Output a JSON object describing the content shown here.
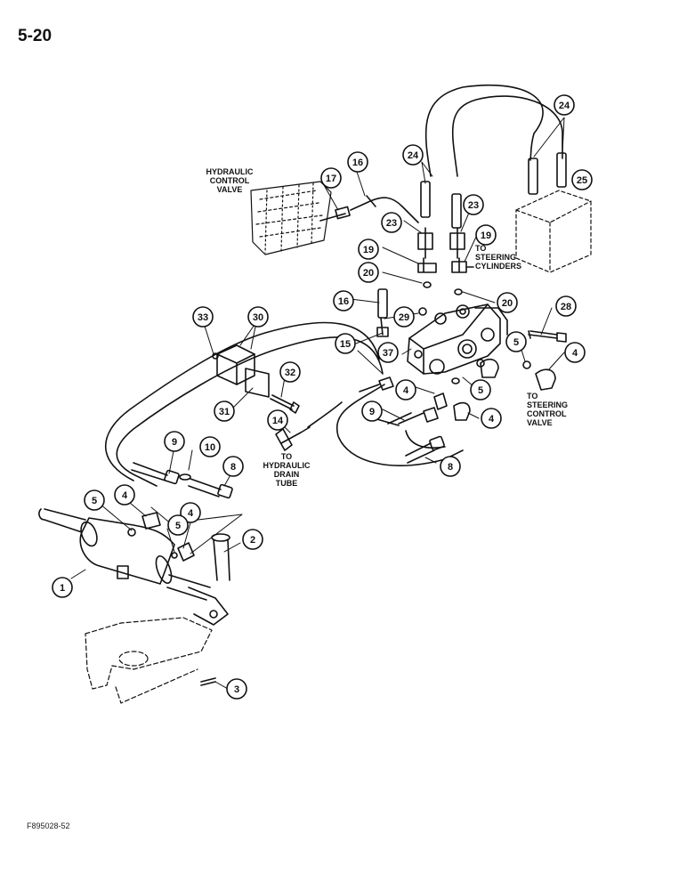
{
  "page": {
    "number": "5-20",
    "figure_code": "F895028-52"
  },
  "labels": {
    "hyd_ctrl_valve": [
      "HYDRAULIC",
      "CONTROL",
      "VALVE"
    ],
    "to_steer_cyl": [
      "TO",
      "STEERING",
      "CYLINDERS"
    ],
    "to_steer_ctrl": [
      "TO",
      "STEERING",
      "CONTROL",
      "VALVE"
    ],
    "to_drain": [
      "TO",
      "HYDRAULIC",
      "DRAIN",
      "TUBE"
    ]
  },
  "callouts": [
    {
      "id": "c1",
      "text": "1"
    },
    {
      "id": "c2",
      "text": "2"
    },
    {
      "id": "c3",
      "text": "3"
    },
    {
      "id": "c4a",
      "text": "4"
    },
    {
      "id": "c4b",
      "text": "4"
    },
    {
      "id": "c4c",
      "text": "4"
    },
    {
      "id": "c4d",
      "text": "4"
    },
    {
      "id": "c4e",
      "text": "4"
    },
    {
      "id": "c5a",
      "text": "5"
    },
    {
      "id": "c5b",
      "text": "5"
    },
    {
      "id": "c5c",
      "text": "5"
    },
    {
      "id": "c5d",
      "text": "5"
    },
    {
      "id": "c8a",
      "text": "8"
    },
    {
      "id": "c8b",
      "text": "8"
    },
    {
      "id": "c9a",
      "text": "9"
    },
    {
      "id": "c9b",
      "text": "9"
    },
    {
      "id": "c10",
      "text": "10"
    },
    {
      "id": "c14",
      "text": "14"
    },
    {
      "id": "c15",
      "text": "15"
    },
    {
      "id": "c16a",
      "text": "16"
    },
    {
      "id": "c16b",
      "text": "16"
    },
    {
      "id": "c17",
      "text": "17"
    },
    {
      "id": "c19a",
      "text": "19"
    },
    {
      "id": "c19b",
      "text": "19"
    },
    {
      "id": "c20a",
      "text": "20"
    },
    {
      "id": "c20b",
      "text": "20"
    },
    {
      "id": "c23a",
      "text": "23"
    },
    {
      "id": "c23b",
      "text": "23"
    },
    {
      "id": "c24a",
      "text": "24"
    },
    {
      "id": "c24b",
      "text": "24"
    },
    {
      "id": "c25",
      "text": "25"
    },
    {
      "id": "c28",
      "text": "28"
    },
    {
      "id": "c29",
      "text": "29"
    },
    {
      "id": "c30",
      "text": "30"
    },
    {
      "id": "c31",
      "text": "31"
    },
    {
      "id": "c32",
      "text": "32"
    },
    {
      "id": "c33",
      "text": "33"
    },
    {
      "id": "c37",
      "text": "37"
    }
  ]
}
